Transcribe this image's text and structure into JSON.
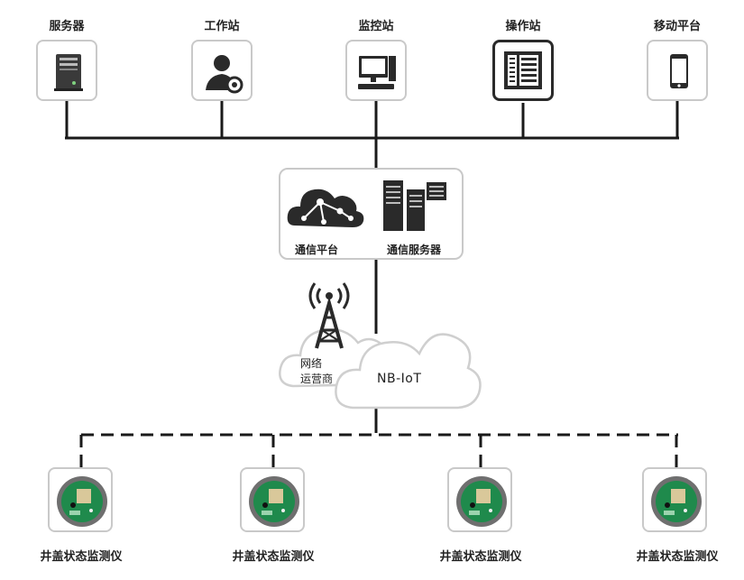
{
  "top_nodes": [
    {
      "label": "服务器",
      "icon": "server-tower-icon"
    },
    {
      "label": "工作站",
      "icon": "user-gear-icon"
    },
    {
      "label": "监控站",
      "icon": "desktop-computer-icon"
    },
    {
      "label": "操作站",
      "icon": "control-panel-icon"
    },
    {
      "label": "移动平台",
      "icon": "smartphone-icon"
    }
  ],
  "platform": {
    "comm_platform_label": "通信平台",
    "comm_server_label": "通信服务器"
  },
  "network": {
    "operator_line1": "网络",
    "operator_line2": "运营商",
    "nbiot_label": "NB-IoT"
  },
  "devices": [
    {
      "label": "井盖状态监测仪"
    },
    {
      "label": "井盖状态监测仪"
    },
    {
      "label": "井盖状态监测仪"
    },
    {
      "label": "井盖状态监测仪"
    }
  ]
}
